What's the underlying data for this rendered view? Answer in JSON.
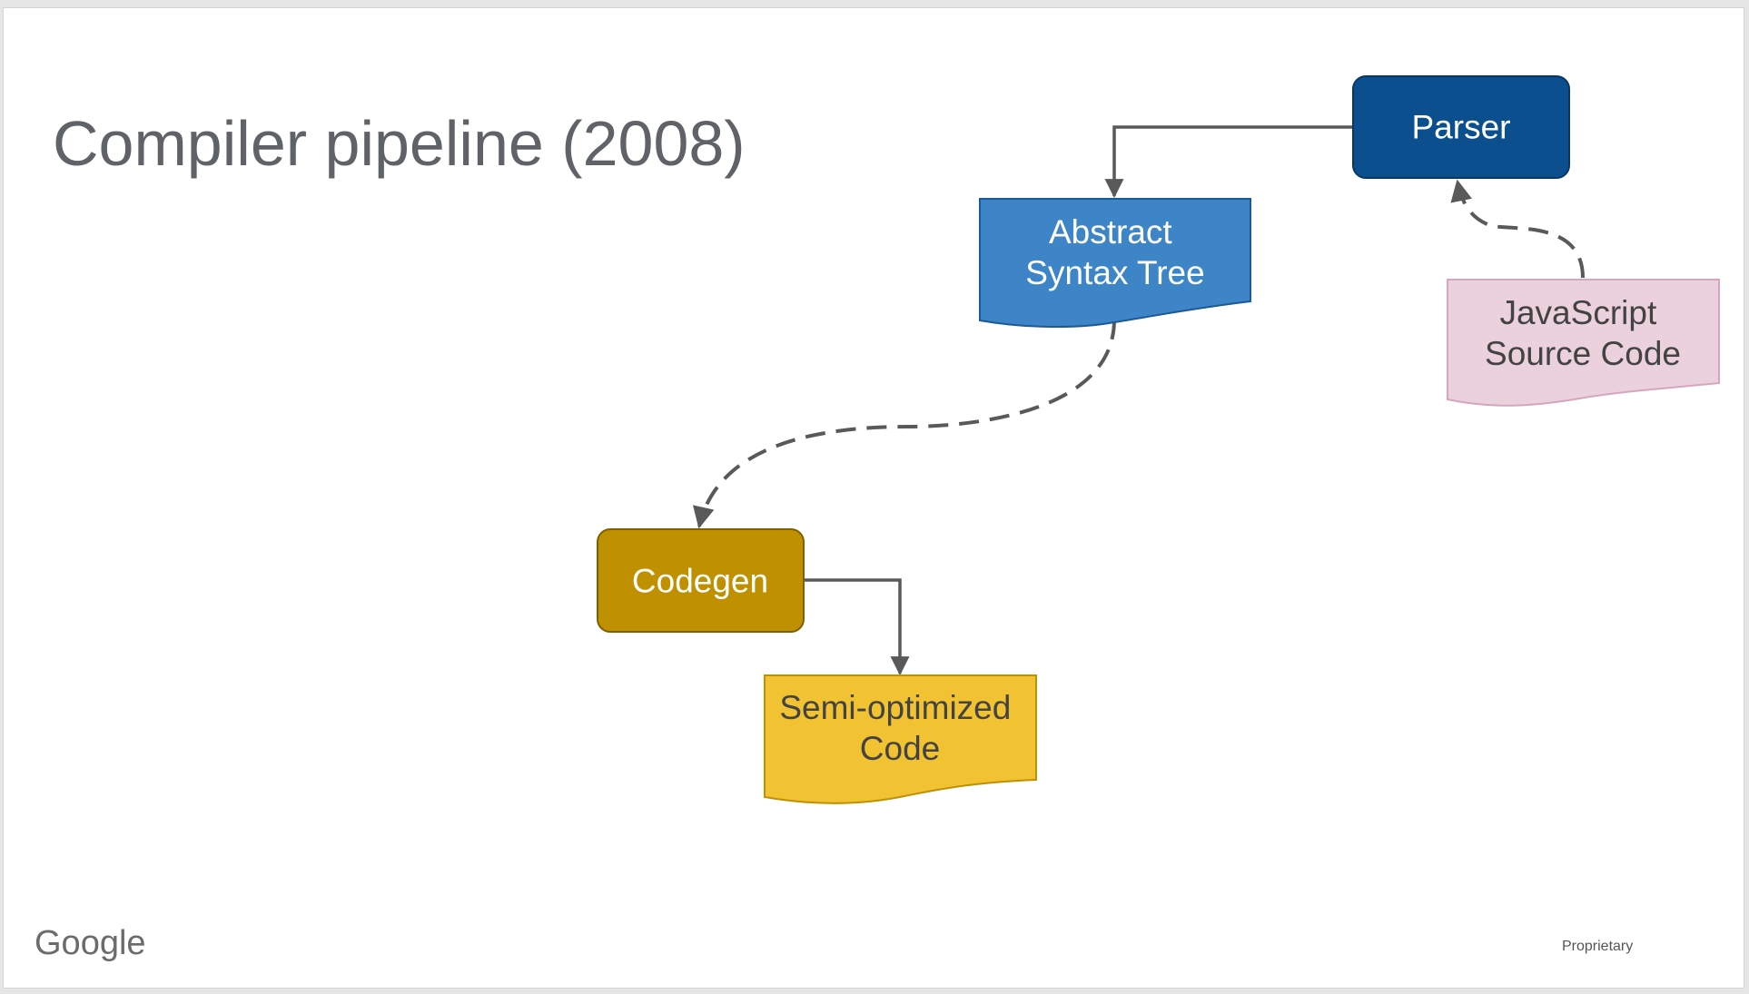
{
  "slide": {
    "title": "Compiler pipeline (2008)",
    "logo_text": "Google",
    "footer": "Proprietary"
  },
  "nodes": {
    "parser": {
      "label": "Parser",
      "color": "#0b4f8f"
    },
    "ast": {
      "label_lines": [
        "Abstract",
        "Syntax Tree"
      ],
      "color": "#3d85c6"
    },
    "js_source": {
      "label_lines": [
        "JavaScript",
        "Source Code"
      ],
      "color": "#ead1dc"
    },
    "codegen": {
      "label": "Codegen",
      "color": "#bf9000"
    },
    "semi_optimized": {
      "label_lines": [
        "Semi-optimized",
        "Code"
      ],
      "color": "#f1c232"
    }
  },
  "edges": [
    {
      "from": "js_source",
      "to": "parser",
      "style": "dashed"
    },
    {
      "from": "parser",
      "to": "ast",
      "style": "solid"
    },
    {
      "from": "ast",
      "to": "codegen",
      "style": "dashed"
    },
    {
      "from": "codegen",
      "to": "semi_optimized",
      "style": "solid"
    }
  ],
  "colors": {
    "connector": "#595959",
    "title_text": "#5f6368"
  }
}
